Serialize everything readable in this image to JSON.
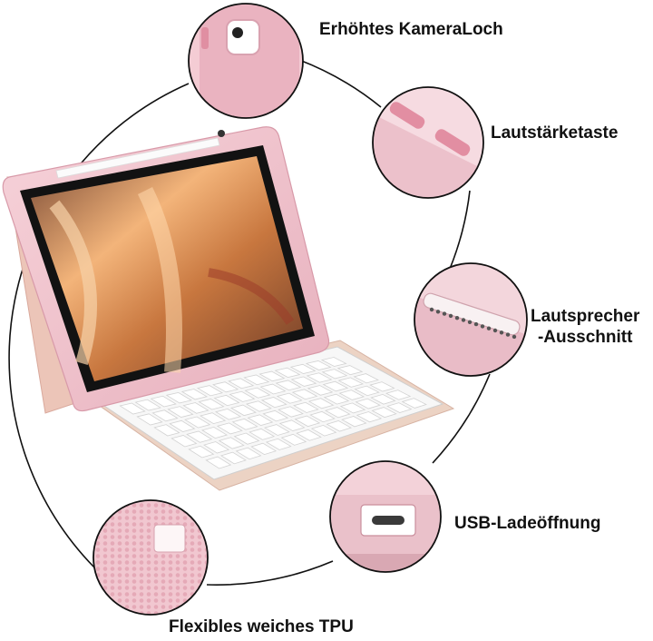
{
  "product": {
    "description_visible": false
  },
  "features": {
    "camera": {
      "label": "Erhöhtes KameraLoch"
    },
    "volume": {
      "label": "Lautstärketaste"
    },
    "speaker": {
      "label_line1": "Lautsprecher",
      "label_line2": "-Ausschnitt"
    },
    "usb": {
      "label": "USB-Ladeöffnung"
    },
    "tpu": {
      "label": "Flexibles weiches TPU"
    }
  },
  "colors": {
    "case_pink": "#f2c6cf",
    "case_pink_dark": "#e4a7b4",
    "keyboard_white": "#f7f7f7",
    "screen_orange": "#e8a25c",
    "outline": "#111111"
  }
}
